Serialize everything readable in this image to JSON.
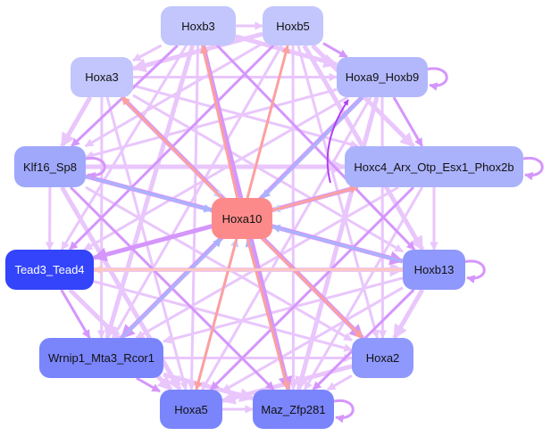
{
  "diagram": {
    "type": "gene-regulatory-network",
    "nodes": [
      {
        "id": "Hoxb3",
        "label": "Hoxb3",
        "color": "#c2c6fc",
        "text_color": "#111111"
      },
      {
        "id": "Hoxb5",
        "label": "Hoxb5",
        "color": "#c2c6fc",
        "text_color": "#111111"
      },
      {
        "id": "Hoxa3",
        "label": "Hoxa3",
        "color": "#c2c6fc",
        "text_color": "#111111"
      },
      {
        "id": "Hoxa9_Hoxb9",
        "label": "Hoxa9_Hoxb9",
        "color": "#b3b8fc",
        "text_color": "#111111"
      },
      {
        "id": "Klf16_Sp8",
        "label": "Klf16_Sp8",
        "color": "#a0a8fc",
        "text_color": "#111111"
      },
      {
        "id": "Hoxc4",
        "label": "Hoxc4_Arx_Otp_Esx1_Phox2b",
        "color": "#abb2fc",
        "text_color": "#111111"
      },
      {
        "id": "Hoxa10",
        "label": "Hoxa10",
        "color": "#fd8a8a",
        "text_color": "#111111"
      },
      {
        "id": "Tead3_Tead4",
        "label": "Tead3_Tead4",
        "color": "#3344fb",
        "text_color": "#ffffff"
      },
      {
        "id": "Hoxb13",
        "label": "Hoxb13",
        "color": "#8f98fc",
        "text_color": "#111111"
      },
      {
        "id": "Wrnip1",
        "label": "Wrnip1_Mta3_Rcor1",
        "color": "#7a85fc",
        "text_color": "#111111"
      },
      {
        "id": "Hoxa2",
        "label": "Hoxa2",
        "color": "#8f98fc",
        "text_color": "#111111"
      },
      {
        "id": "Hoxa5",
        "label": "Hoxa5",
        "color": "#7a85fc",
        "text_color": "#111111"
      },
      {
        "id": "Maz_Zfp281",
        "label": "Maz_Zfp281",
        "color": "#7a85fc",
        "text_color": "#111111"
      }
    ],
    "edge_colors": {
      "default": "#e9c6fc",
      "strong": "#d596fc",
      "from_hoxa10": "#fca0a0",
      "to_hoxa10": "#a9b4fc",
      "to_hoxa10_light": "#c8d0fc",
      "peach": "#fdc8c0",
      "dark": "#b040f0"
    },
    "self_loops": [
      "Hoxa9_Hoxb9",
      "Hoxc4",
      "Hoxb13",
      "Maz_Zfp281",
      "Klf16_Sp8"
    ]
  }
}
